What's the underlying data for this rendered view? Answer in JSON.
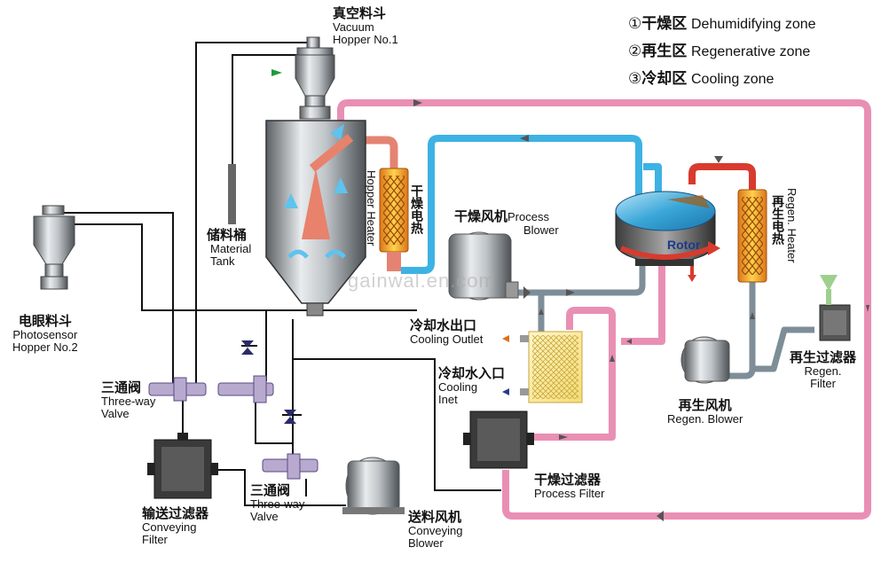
{
  "legend": {
    "items": [
      {
        "mark": "①",
        "zh": "干燥区",
        "en": "Dehumidifying zone"
      },
      {
        "mark": "②",
        "zh": "再生区",
        "en": "Regenerative zone"
      },
      {
        "mark": "③",
        "zh": "冷却区",
        "en": "Cooling zone"
      }
    ]
  },
  "labels": {
    "vacuum_hopper": {
      "zh": "真空料斗",
      "en1": "Vacuum",
      "en2": "Hopper No.1"
    },
    "material_tank": {
      "zh": "储料桶",
      "en1": "Material",
      "en2": "Tank"
    },
    "photosensor_hopper": {
      "zh": "电眼料斗",
      "en1": "Photosensor",
      "en2": "Hopper No.2"
    },
    "hopper_heater": {
      "en": "Hopper Heater",
      "zh": "干燥电热"
    },
    "process_blower": {
      "zh": "干燥风机",
      "en1": "Process",
      "en2": "Blower"
    },
    "rotor": {
      "en": "Rotor"
    },
    "regen_heater": {
      "en": "Regen. Heater",
      "zh": "再生电热"
    },
    "cooling_outlet": {
      "zh": "冷却水出口",
      "en": "Cooling Outlet"
    },
    "cooling_inlet": {
      "zh": "冷却水入口",
      "en1": "Cooling",
      "en2": "Inet"
    },
    "regen_filter": {
      "zh": "再生过滤器",
      "en1": "Regen.",
      "en2": "Filter"
    },
    "regen_blower": {
      "zh": "再生风机",
      "en": "Regen. Blower"
    },
    "three_way_valve_1": {
      "zh": "三通阀",
      "en1": "Three-way",
      "en2": "Valve"
    },
    "three_way_valve_2": {
      "zh": "三通阀",
      "en1": "Three-way",
      "en2": "Valve"
    },
    "process_filter": {
      "zh": "干燥过滤器",
      "en": "Process Filter"
    },
    "conveying_filter": {
      "zh": "输送过滤器",
      "en1": "Conveying",
      "en2": "Filter"
    },
    "conveying_blower": {
      "zh": "送料风机",
      "en1": "Conveying",
      "en2": "Blower"
    }
  },
  "watermark": "gainwal.en.com",
  "colors": {
    "pink_pipe": "#e98fb4",
    "blue_pipe": "#3db2e3",
    "grey_pipe": "#7e8e98",
    "red_pipe": "#d83a2e",
    "hot_pipe": "#e58372",
    "heater": "#f2b01a",
    "black_line": "#111111"
  }
}
